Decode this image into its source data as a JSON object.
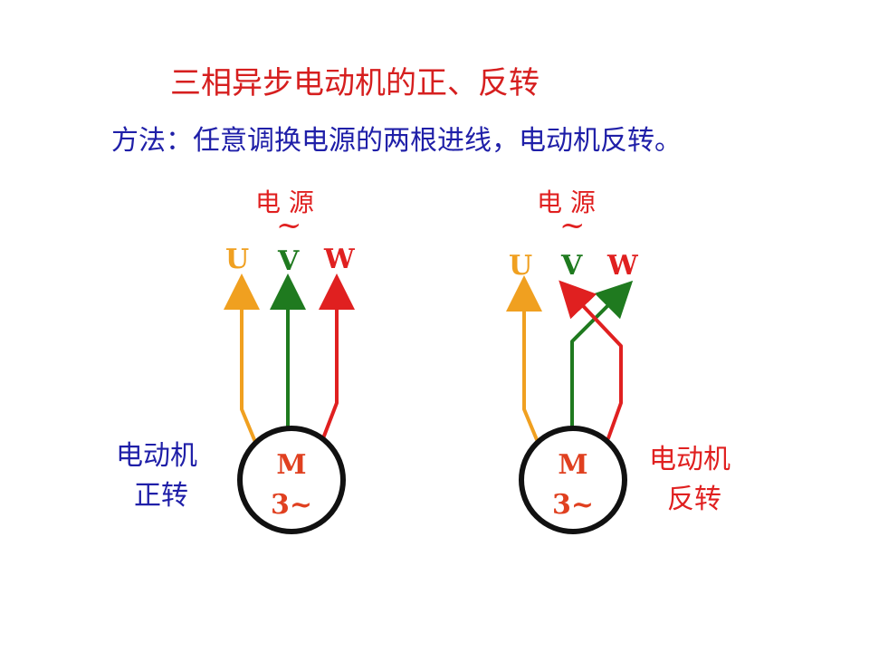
{
  "title": "三相异步电动机的正、反转",
  "method": "方法：任意调换电源的两根进线，电动机反转。",
  "colors": {
    "u": "#f0a020",
    "v": "#1f7a1f",
    "w": "#e02020",
    "title": "#d61f1f",
    "blue_text": "#1f1fa8"
  },
  "left": {
    "power": "电 源",
    "tilde": "~",
    "u": "U",
    "v": "V",
    "w": "W",
    "motor_m": "M",
    "motor_phase": "3~",
    "label_line1": "电动机",
    "label_line2": "正转"
  },
  "right": {
    "power": "电 源",
    "tilde": "~",
    "u": "U",
    "v": "V",
    "w": "W",
    "motor_m": "M",
    "motor_phase": "3~",
    "label_line1": "电动机",
    "label_line2": "反转"
  }
}
